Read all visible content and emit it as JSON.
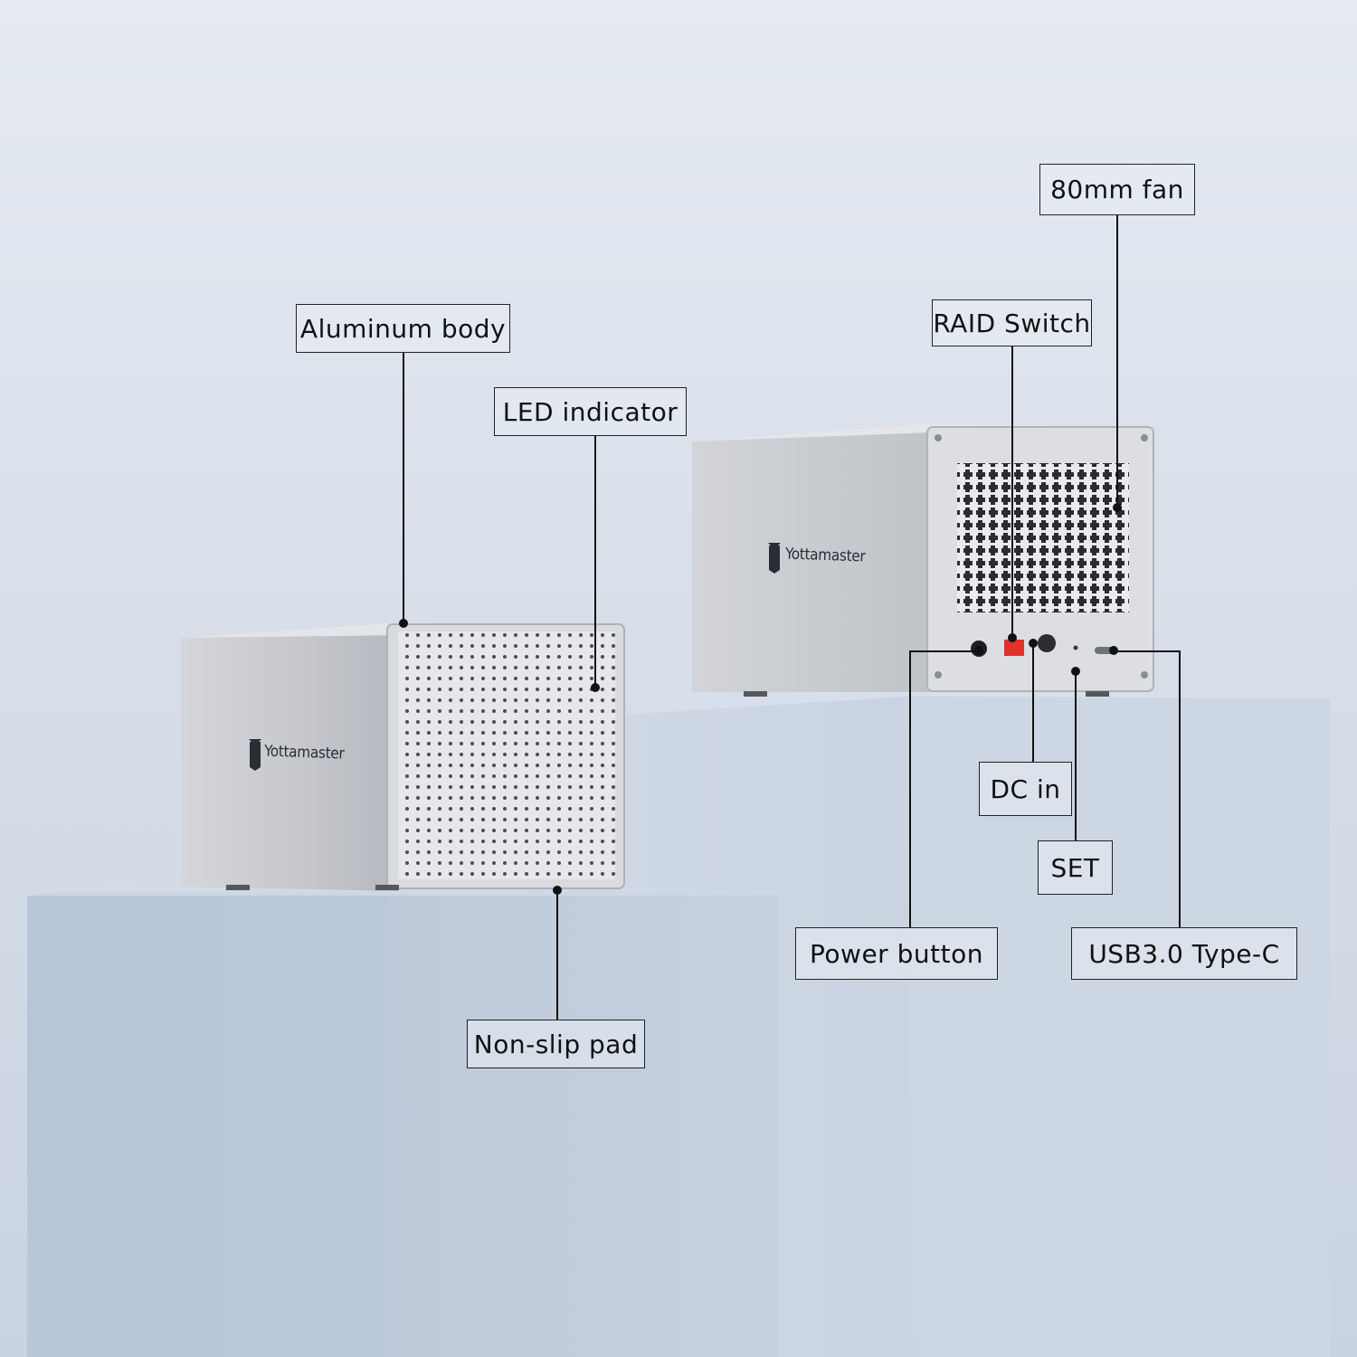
{
  "brand": "Yottamaster",
  "labels": {
    "aluminum_body": "Aluminum body",
    "led_indicator": "LED indicator",
    "non_slip_pad": "Non-slip pad",
    "fan": "80mm fan",
    "raid_switch": "RAID Switch",
    "dc_in": "DC in",
    "set": "SET",
    "power_button": "Power button",
    "usb": "USB3.0 Type-C"
  },
  "colors": {
    "background": "#dde3ec",
    "pedestal": "#c4cfdd",
    "aluminum": "#c9cbcf",
    "raid_switch": "#e0312b"
  }
}
